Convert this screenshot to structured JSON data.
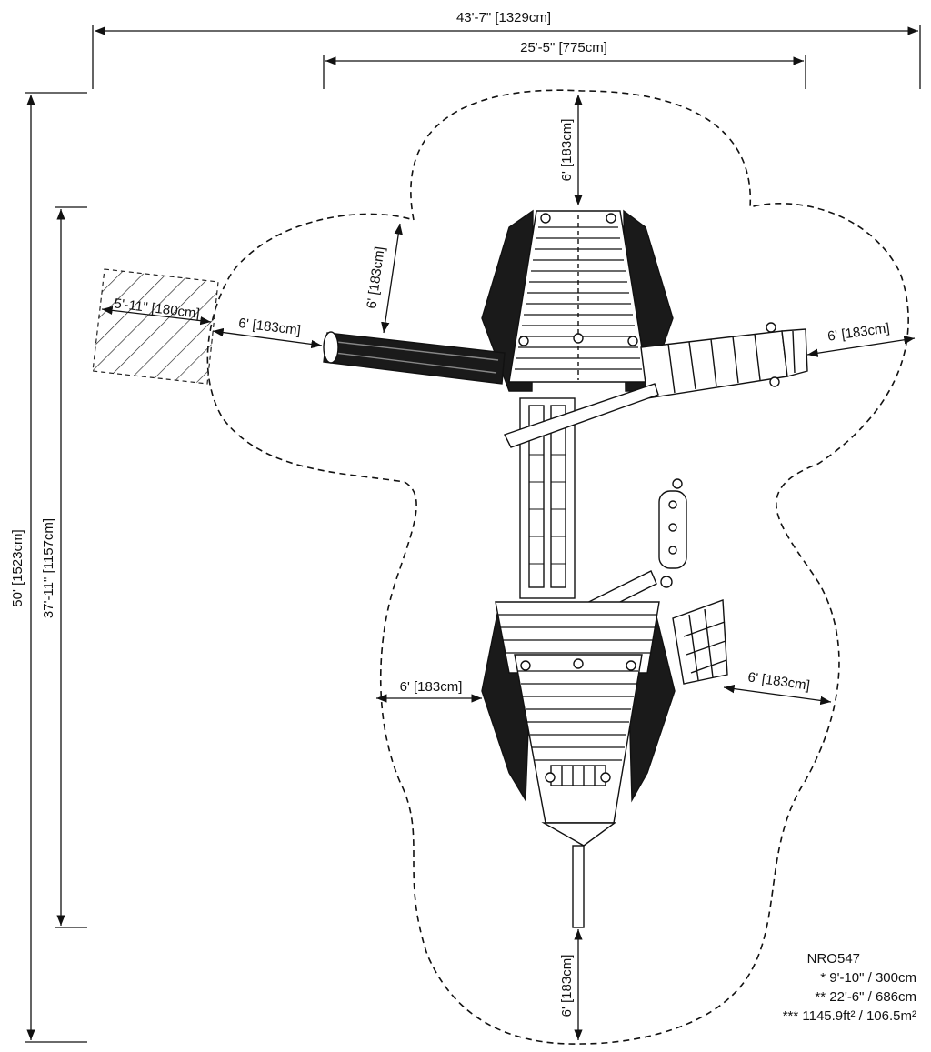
{
  "dimensions": {
    "overall_width": "43'-7\" [1329cm]",
    "structure_width": "25'-5\" [775cm]",
    "overall_length": "50' [1523cm]",
    "structure_length": "37'-11\" [1157cm]",
    "clearance_top": "6' [183cm]",
    "clearance_left_arm": "6' [183cm]",
    "clearance_left_diag": "6' [183cm]",
    "clearance_right": "6' [183cm]",
    "clearance_mid_left": "6' [183cm]",
    "clearance_mid_right": "6' [183cm]",
    "clearance_bottom": "6' [183cm]",
    "hatched_zone": "5'-11\" [180cm]"
  },
  "notes": {
    "model": "NRO547",
    "line1": "* 9'-10\" / 300cm",
    "line2": "** 22'-6\" / 686cm",
    "line3": "*** 1145.9ft² / 106.5m²"
  }
}
